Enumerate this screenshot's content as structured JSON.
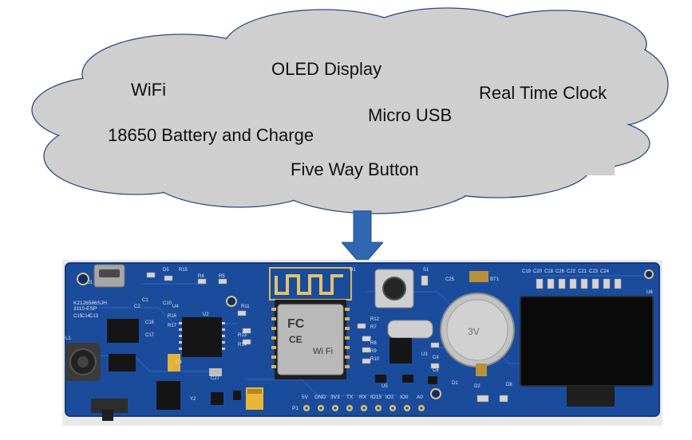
{
  "features": {
    "oled": "OLED Display",
    "wifi": "WiFi",
    "rtc": "Real Time Clock",
    "usb": "Micro USB",
    "battery": "18650 Battery and Charge",
    "button": "Five Way Button"
  },
  "board": {
    "model_line1": "K2126586SJH",
    "model_line2": "3110-ESP",
    "header_pins": [
      "5V",
      "GND",
      "3V3",
      "TX",
      "RX",
      "IO15",
      "IO2",
      "IO0",
      "A0"
    ],
    "header_label": "P1",
    "refs": [
      "J1",
      "D5",
      "R15",
      "R4",
      "R5",
      "C1",
      "C2",
      "U1",
      "S1",
      "C25",
      "BT1",
      "C19",
      "C20",
      "C18",
      "C26",
      "C22",
      "C21",
      "C23",
      "C24",
      "U6",
      "C15",
      "C14",
      "C13",
      "C10",
      "U4",
      "U2",
      "R16",
      "C16",
      "R17",
      "C17",
      "L1",
      "U3",
      "C4",
      "C6",
      "C3",
      "C27",
      "Y2",
      "U5",
      "D1",
      "D2",
      "D8",
      "C18",
      "R12",
      "R7",
      "R8",
      "R9",
      "R10",
      "R11",
      "R13",
      "R14"
    ],
    "chip_marks": [
      "FC",
      "CE",
      "Wi Fi"
    ],
    "coin_cell": "3V"
  },
  "colors": {
    "cloud_fill": "#cfcfcf",
    "cloud_stroke": "#2d4c80",
    "arrow": "#2f67b1",
    "pcb": "#1b4c9c",
    "oled": "#0b0b0b"
  }
}
